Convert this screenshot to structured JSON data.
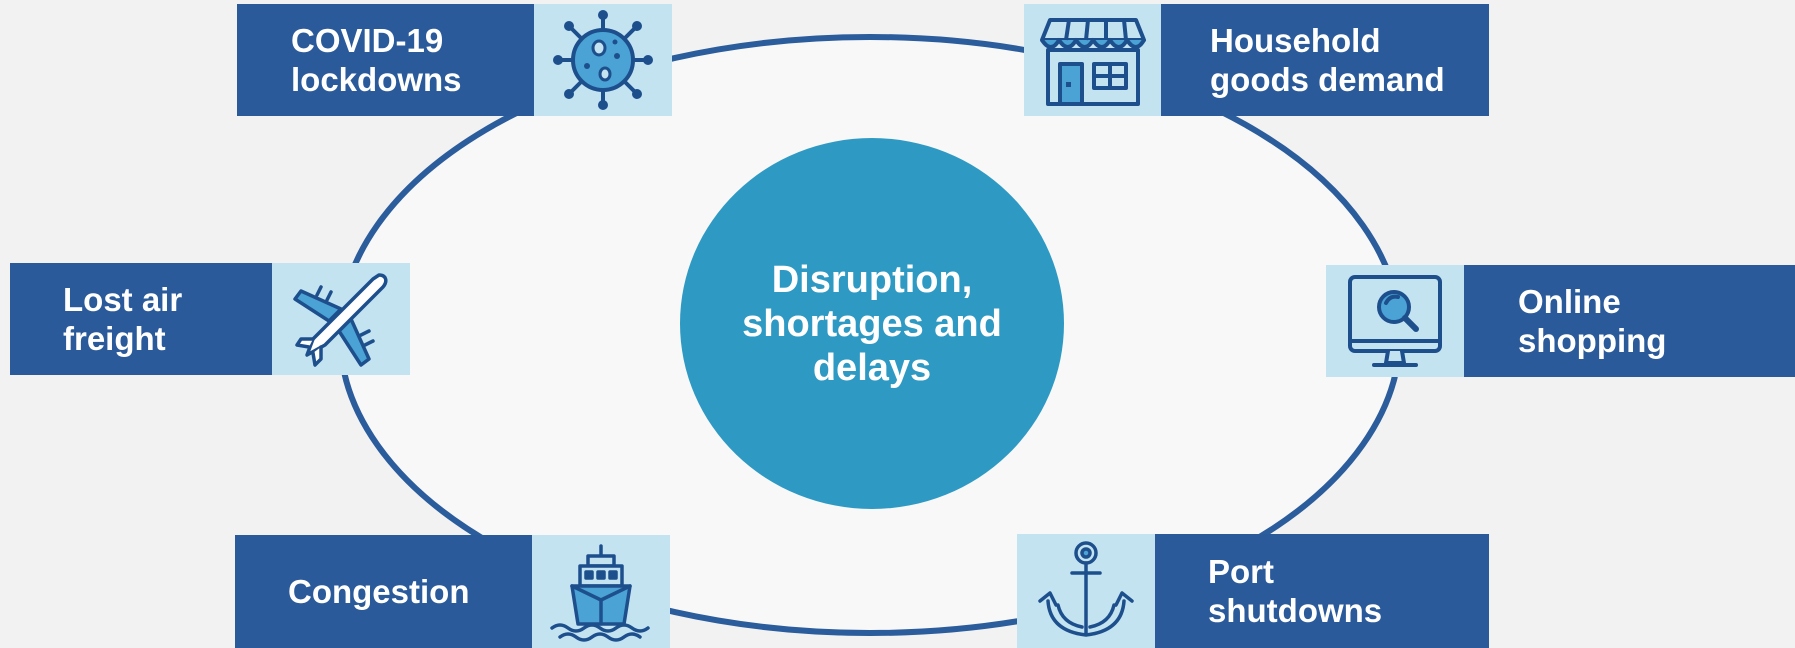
{
  "diagram": {
    "center": {
      "label": "Disruption,\nshortages and\ndelays"
    },
    "nodes": [
      {
        "id": "covid",
        "label": "COVID-19\nlockdowns",
        "icon": "virus-icon"
      },
      {
        "id": "household",
        "label": "Household\ngoods demand",
        "icon": "storefront-icon"
      },
      {
        "id": "air",
        "label": "Lost air\nfreight",
        "icon": "airplane-icon"
      },
      {
        "id": "online",
        "label": "Online\nshopping",
        "icon": "monitor-search-icon"
      },
      {
        "id": "congestion",
        "label": "Congestion",
        "icon": "ship-icon"
      },
      {
        "id": "port",
        "label": "Port\nshutdowns",
        "icon": "anchor-icon"
      }
    ]
  },
  "colors": {
    "background": "#f2f2f2",
    "ring_fill": "#f8f8f8",
    "ring_stroke": "#2b5c9b",
    "center_fill": "#2e9ac4",
    "label_fill": "#2a5a9a",
    "icon_tile": "#c3e3f1",
    "icon_stroke": "#1e4f8d",
    "icon_accent": "#4aa3d4",
    "text": "#ffffff"
  }
}
